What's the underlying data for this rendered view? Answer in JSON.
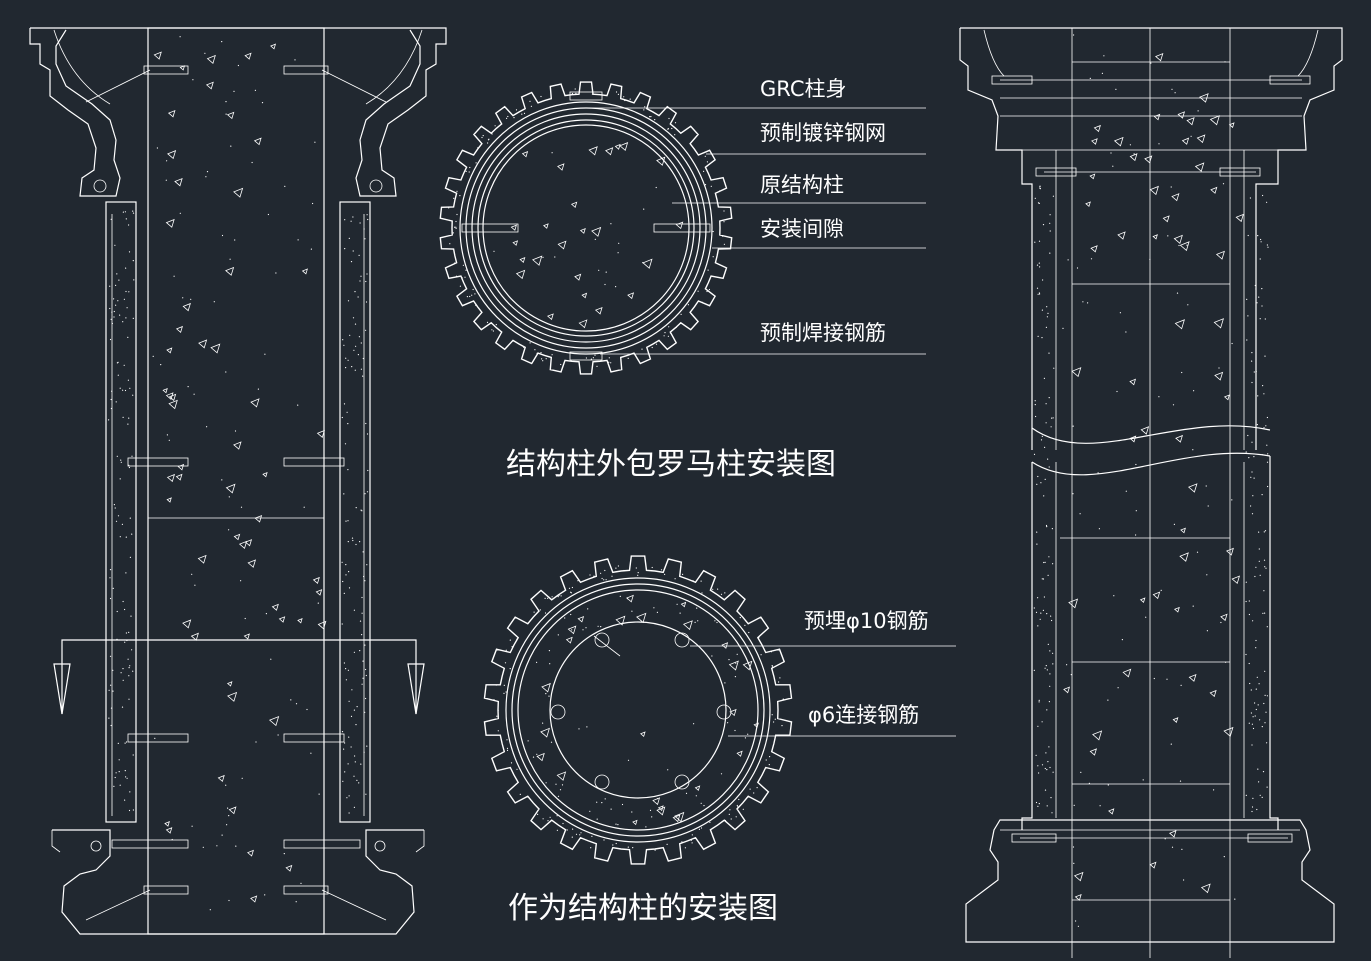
{
  "titles": {
    "top": "结构柱外包罗马柱安装图",
    "bottom": "作为结构柱的安装图"
  },
  "top_labels": [
    "GRC柱身",
    "预制镀锌钢网",
    "原结构柱",
    "安装间隙",
    "预制焊接钢筋"
  ],
  "bottom_labels": [
    "预埋φ10钢筋",
    "φ6连接钢筋"
  ],
  "colors": {
    "background": "#212830",
    "line": "#ffffff"
  }
}
